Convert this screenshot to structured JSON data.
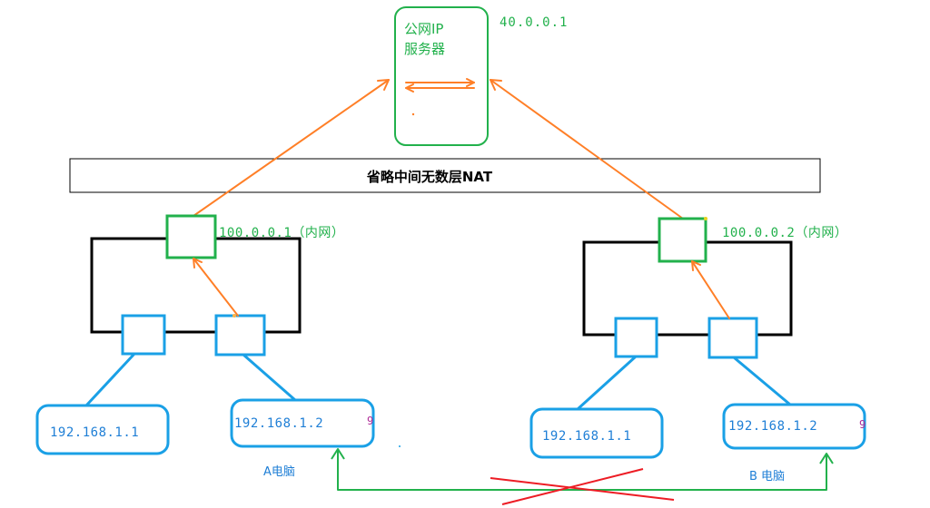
{
  "server": {
    "title_line1": "公网IP",
    "title_line2": "服务器",
    "ip": "40.0.0.1"
  },
  "banner": {
    "text": "省略中间无数层NAT"
  },
  "nat_a": {
    "wan_ip": "100.0.0.1（内网）"
  },
  "nat_b": {
    "wan_ip": "100.0.0.2（内网）"
  },
  "hosts_a": [
    {
      "ip": "192.168.1.1"
    },
    {
      "ip": "192.168.1.2",
      "mark": "9"
    }
  ],
  "hosts_b": [
    {
      "ip": "192.168.1.1"
    },
    {
      "ip": "192.168.1.2",
      "mark": "9"
    }
  ],
  "labels": {
    "computer_a": "A电脑",
    "computer_b": "B 电脑"
  },
  "colors": {
    "server_and_wan_ports": "#22b14c",
    "lan_ports_and_hosts": "#1aa0e6",
    "nat_routers": "#000000",
    "traffic_arrows": "#ff7f27",
    "direct_link": "#22b14c",
    "blocked_cross": "#ed1c24"
  }
}
